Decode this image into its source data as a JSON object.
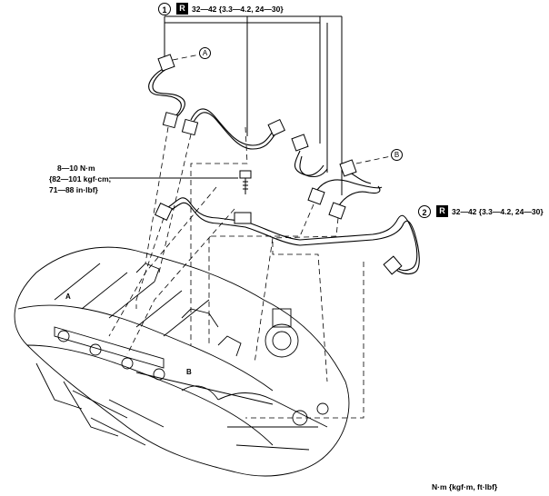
{
  "callouts": [
    {
      "number": "1",
      "spec_icon": "R",
      "torque": "32—42 {3.3—4.2, 24—30}"
    },
    {
      "number": "2",
      "spec_icon": "R",
      "torque": "32—42 {3.3—4.2, 24—30}"
    }
  ],
  "bolt_torque": {
    "line1": "8—10 N·m",
    "line2": "{82—101 kgf·cm,",
    "line3": "71—88 in·lbf}"
  },
  "markers": {
    "circle_a": "A",
    "circle_b": "B",
    "engine_a": "A",
    "engine_b": "B"
  },
  "units_note": "N·m {kgf·m, ft·lbf}"
}
